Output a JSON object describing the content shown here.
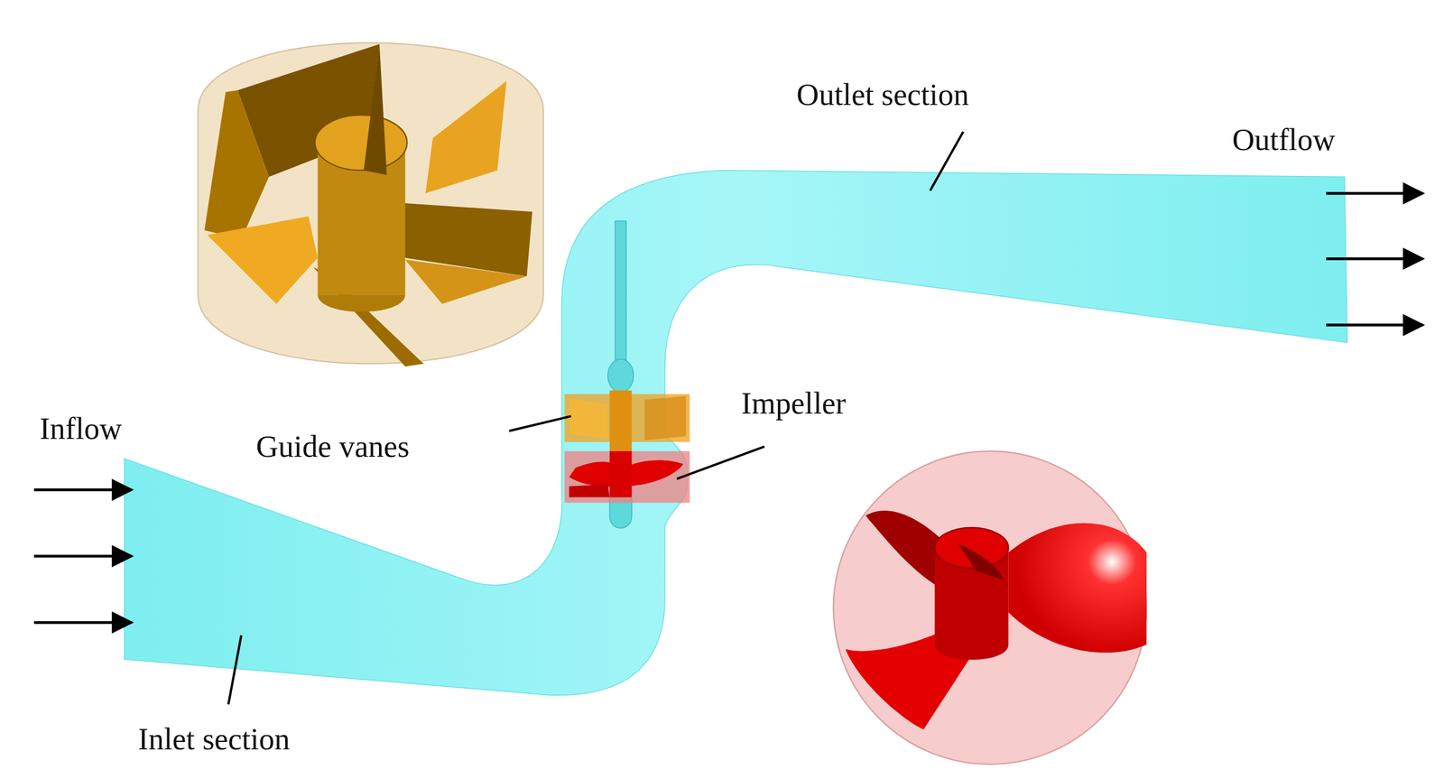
{
  "diagram": {
    "labels": [
      "Outlet section",
      "Outflow",
      "Impeller",
      "Inflow",
      "Guide vanes",
      "Inlet section"
    ]
  }
}
